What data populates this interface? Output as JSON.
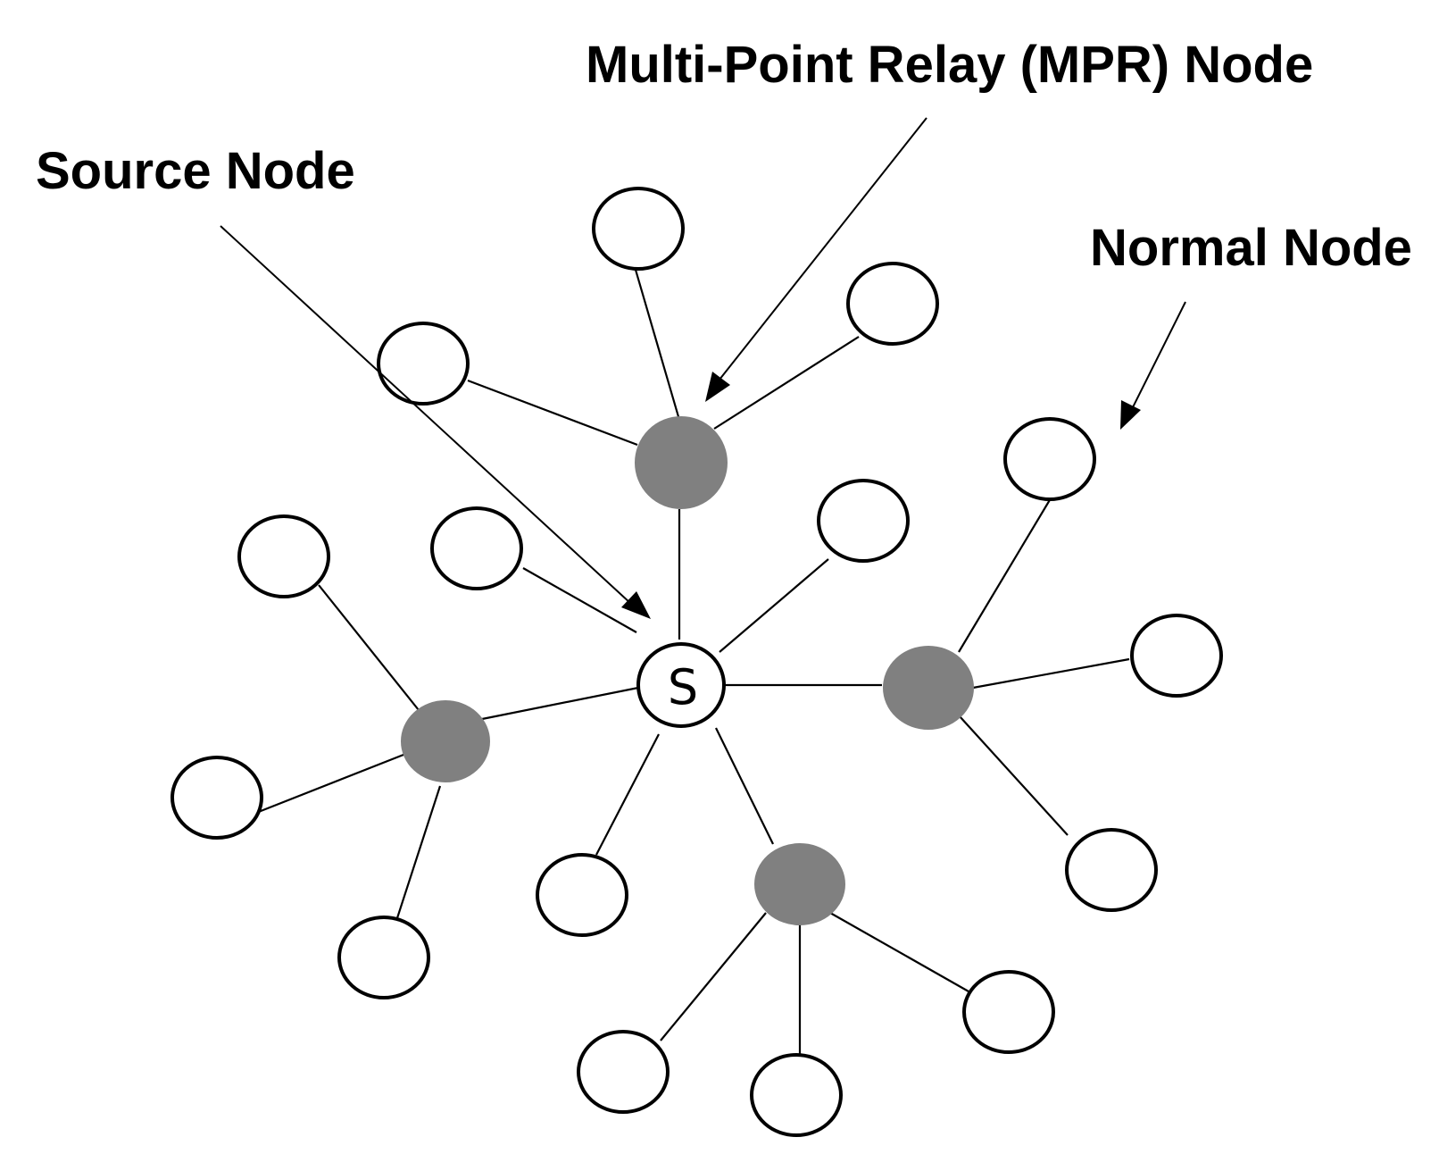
{
  "labels": {
    "mpr_node": "Multi-Point Relay (MPR) Node",
    "source_node": "Source Node",
    "normal_node": "Normal Node"
  },
  "source": {
    "letter": "S"
  },
  "colors": {
    "background": "#ffffff",
    "stroke": "#000000",
    "mpr_fill": "#808080",
    "normal_fill": "#ffffff"
  },
  "legend_items": [
    {
      "label_key": "mpr_node",
      "node_type": "mpr"
    },
    {
      "label_key": "source_node",
      "node_type": "source"
    },
    {
      "label_key": "normal_node",
      "node_type": "normal"
    }
  ]
}
